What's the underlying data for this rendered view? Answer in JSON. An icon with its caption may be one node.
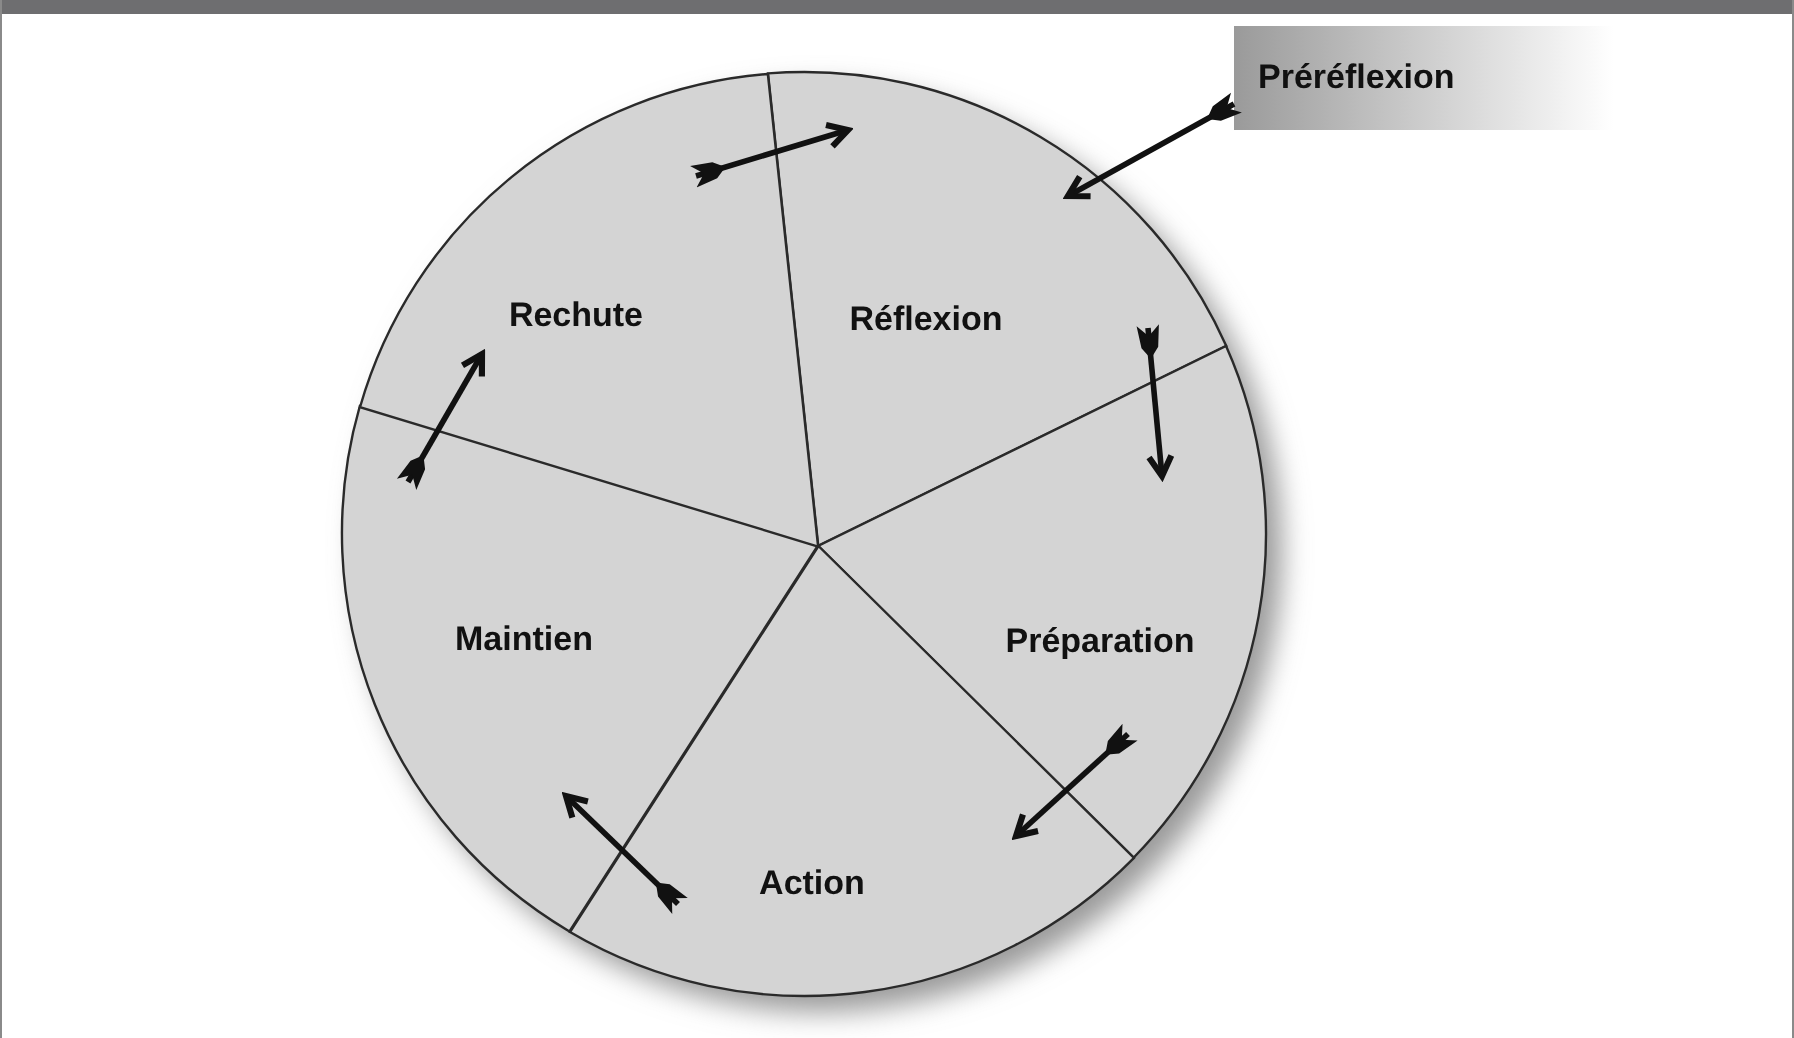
{
  "diagram": {
    "nodes": [
      {
        "text": [
          "Préréflexion"
        ]
      },
      {
        "text": [
          "Réflexion"
        ]
      },
      {
        "text": [
          "Préparation"
        ]
      },
      {
        "text": [
          "Action"
        ]
      },
      {
        "text": [
          "Maintien"
        ]
      },
      {
        "text": [
          "Rechute"
        ]
      }
    ],
    "edges": [
      {
        "from": 0,
        "to": 1,
        "arrow": "to"
      },
      {
        "from": 1,
        "to": 2,
        "arrow": "to"
      },
      {
        "from": 2,
        "to": 3,
        "arrow": "to"
      },
      {
        "from": 3,
        "to": 4,
        "arrow": "to"
      },
      {
        "from": 4,
        "to": 5,
        "arrow": "to"
      },
      {
        "from": 5,
        "to": 1,
        "arrow": "to"
      }
    ]
  }
}
